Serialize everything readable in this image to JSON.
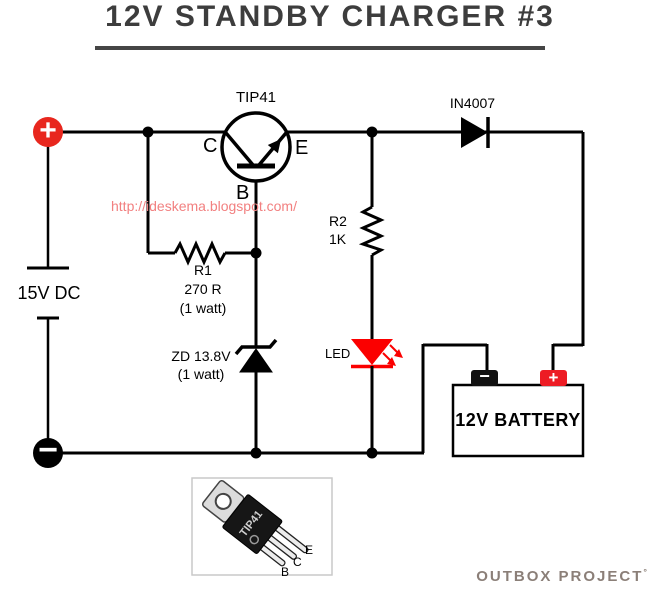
{
  "title": "12V STANDBY CHARGER #3",
  "watermark": "http://ideskema.blogspot.com/",
  "source": {
    "label": "15V DC",
    "plus": "+",
    "minus": "−"
  },
  "transistor": {
    "part": "TIP41",
    "c": "C",
    "e": "E",
    "b": "B"
  },
  "diode": {
    "part": "IN4007"
  },
  "r1": {
    "name": "R1",
    "value": "270 R",
    "watt": "(1 watt)"
  },
  "zener": {
    "name": "ZD 13.8V",
    "watt": "(1 watt)"
  },
  "r2": {
    "name": "R2",
    "value": "1K"
  },
  "led": {
    "label": "LED"
  },
  "battery": {
    "label": "12V BATTERY",
    "plus": "+",
    "minus": "−"
  },
  "package": {
    "part": "TIP41",
    "b": "B",
    "c": "C",
    "e": "E"
  },
  "brand": {
    "name": "OUTBOX PROJECT",
    "mark": "°"
  },
  "colors": {
    "wire": "#000000",
    "accent_red": "#ed1c24",
    "led_red": "#fb0000",
    "watermark_red": "#f28080",
    "title_gray": "#3d3d3d",
    "brand_gray": "#8b7f78"
  }
}
